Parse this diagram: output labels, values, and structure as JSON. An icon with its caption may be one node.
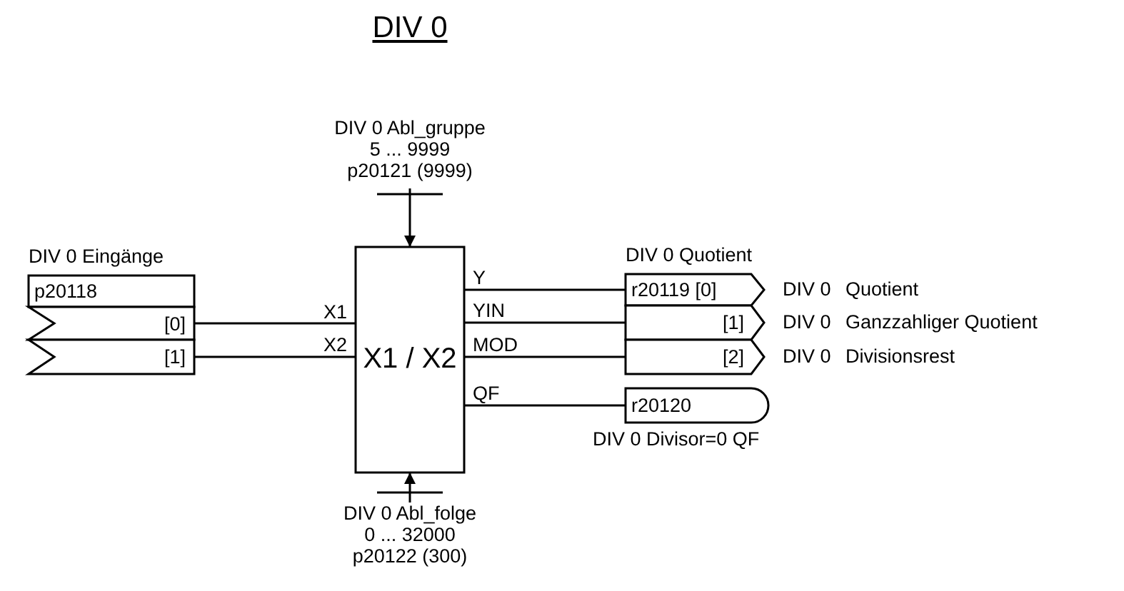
{
  "diagram": {
    "title": "DIV 0",
    "nodes": [
      {
        "text": [
          "DIV 0 Eingänge",
          "p20118"
        ]
      },
      {
        "text": [
          "[0]"
        ]
      },
      {
        "text": [
          "[1]"
        ]
      },
      {
        "text": [
          "X1 / X2"
        ]
      },
      {
        "text": [
          "DIV 0 Abl_gruppe",
          "5 ... 9999",
          "p20121 (9999)"
        ]
      },
      {
        "text": [
          "DIV 0 Abl_folge",
          "0 ... 32000",
          "p20122 (300)"
        ]
      },
      {
        "text": [
          "DIV 0 Quotient",
          "r20119 [0]"
        ],
        "beside": [
          "DIV 0",
          "Quotient"
        ]
      },
      {
        "text": [
          "[1]"
        ],
        "beside": [
          "DIV 0",
          "Ganzzahliger Quotient"
        ]
      },
      {
        "text": [
          "[2]"
        ],
        "beside": [
          "DIV 0",
          "Divisionsrest"
        ]
      },
      {
        "text": [
          "r20120"
        ],
        "beside": [
          "DIV 0 Divisor=0 QF"
        ]
      }
    ],
    "edges": [
      {
        "from": 1,
        "to": 3,
        "arrow": "none",
        "label": "X1"
      },
      {
        "from": 2,
        "to": 3,
        "arrow": "none",
        "label": "X2"
      },
      {
        "from": 4,
        "to": 3,
        "arrow": "to"
      },
      {
        "from": 5,
        "to": 3,
        "arrow": "to"
      },
      {
        "from": 3,
        "to": 6,
        "arrow": "none",
        "label": "Y"
      },
      {
        "from": 3,
        "to": 7,
        "arrow": "none",
        "label": "YIN"
      },
      {
        "from": 3,
        "to": 8,
        "arrow": "none",
        "label": "MOD"
      },
      {
        "from": 3,
        "to": 9,
        "arrow": "none",
        "label": "QF"
      }
    ]
  }
}
